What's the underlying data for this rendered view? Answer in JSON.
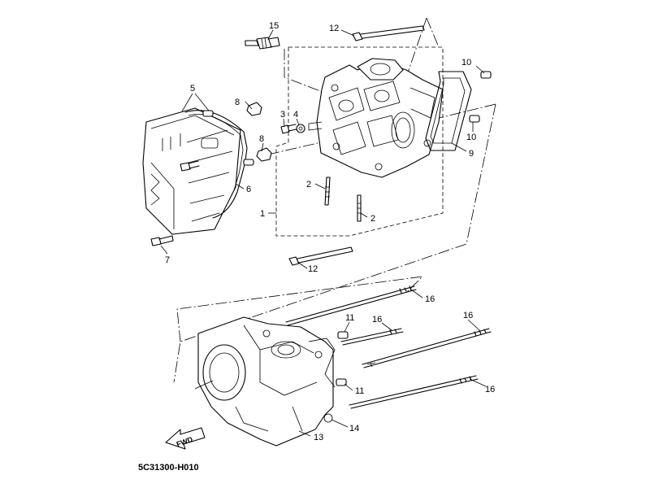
{
  "diagram_code": "5C31300-H010",
  "fwd_label": "FWD",
  "callouts": {
    "c1": "1",
    "c2a": "2",
    "c2b": "2",
    "c3": "3",
    "c4": "4",
    "c5": "5",
    "c6": "6",
    "c7": "7",
    "c8a": "8",
    "c8b": "8",
    "c9": "9",
    "c10a": "10",
    "c10b": "10",
    "c11a": "11",
    "c11b": "11",
    "c12a": "12",
    "c12b": "12",
    "c13": "13",
    "c14": "14",
    "c15": "15",
    "c16a": "16",
    "c16b": "16",
    "c16c": "16",
    "c16d": "16"
  }
}
